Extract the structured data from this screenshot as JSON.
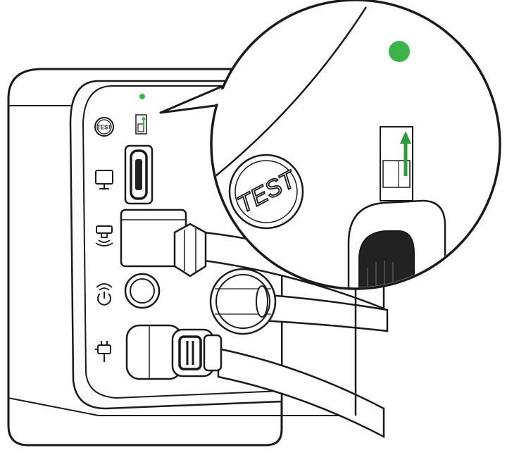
{
  "labels": {
    "test_small": "TEST",
    "test_large": "TEST"
  },
  "colors": {
    "led": "#3cb44a",
    "arrow": "#2e9e3c",
    "stroke": "#1a1a1a",
    "device_fill": "#ffffff",
    "shadow_fill": "#e9e9e9",
    "bubble_fill": "#ffffff"
  },
  "icons": {
    "test_button": "test-button-icon",
    "monitor": "monitor-icon",
    "wireless": "wireless-sensor-icon",
    "power_button": "power-button-icon",
    "plug": "power-plug-icon",
    "led": "status-led-icon",
    "arrow": "up-arrow-icon"
  },
  "state": {
    "led_on": true,
    "switch_position": "up"
  }
}
